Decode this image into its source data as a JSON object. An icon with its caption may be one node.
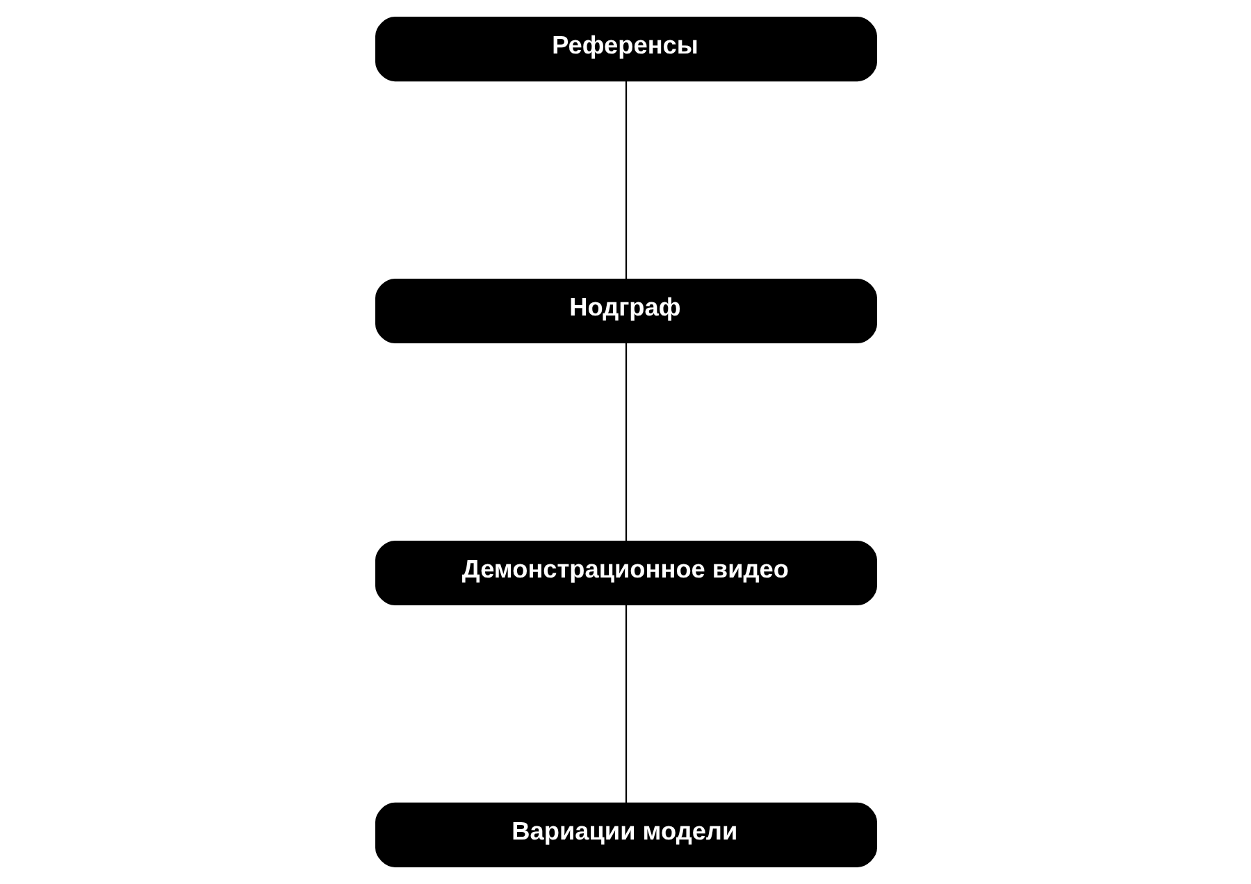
{
  "diagram": {
    "nodes": [
      {
        "text": [
          "Референсы"
        ]
      },
      {
        "text": [
          "Нодграф"
        ]
      },
      {
        "text": [
          "Демонстрационное видео"
        ]
      },
      {
        "text": [
          "Вариации модели"
        ]
      }
    ],
    "edges": [
      {
        "from": 0,
        "to": 1,
        "arrow": "none"
      },
      {
        "from": 1,
        "to": 2,
        "arrow": "none"
      },
      {
        "from": 2,
        "to": 3,
        "arrow": "none"
      }
    ]
  }
}
